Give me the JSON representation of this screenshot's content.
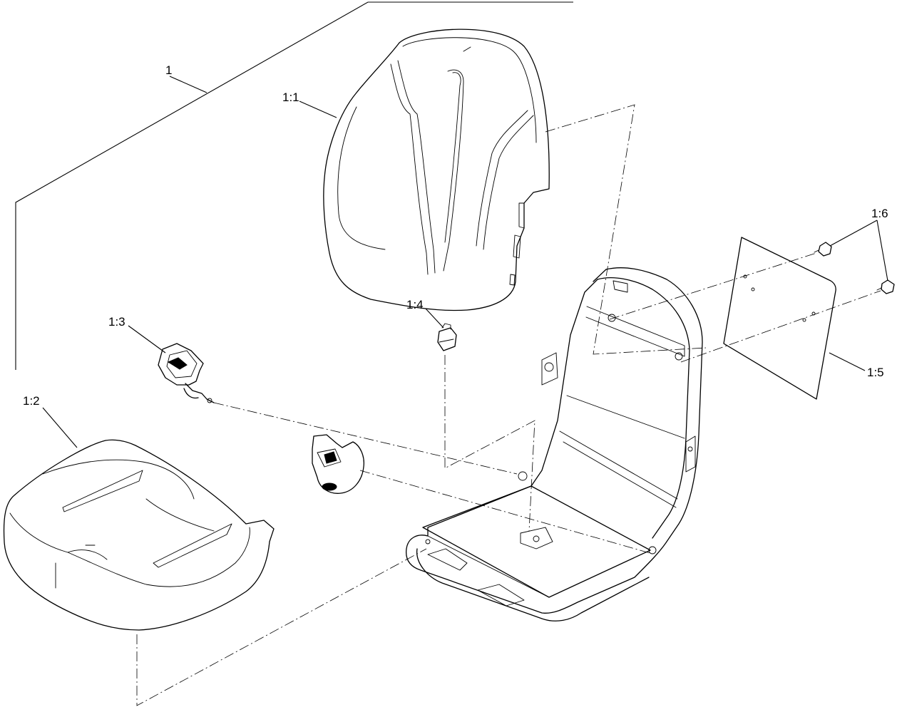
{
  "callouts": {
    "assembly": "1",
    "backrest": "1:1",
    "seat_cushion": "1:2",
    "seat_belt_buckle": "1:3",
    "switch": "1:4",
    "plate": "1:5",
    "screw": "1:6"
  }
}
